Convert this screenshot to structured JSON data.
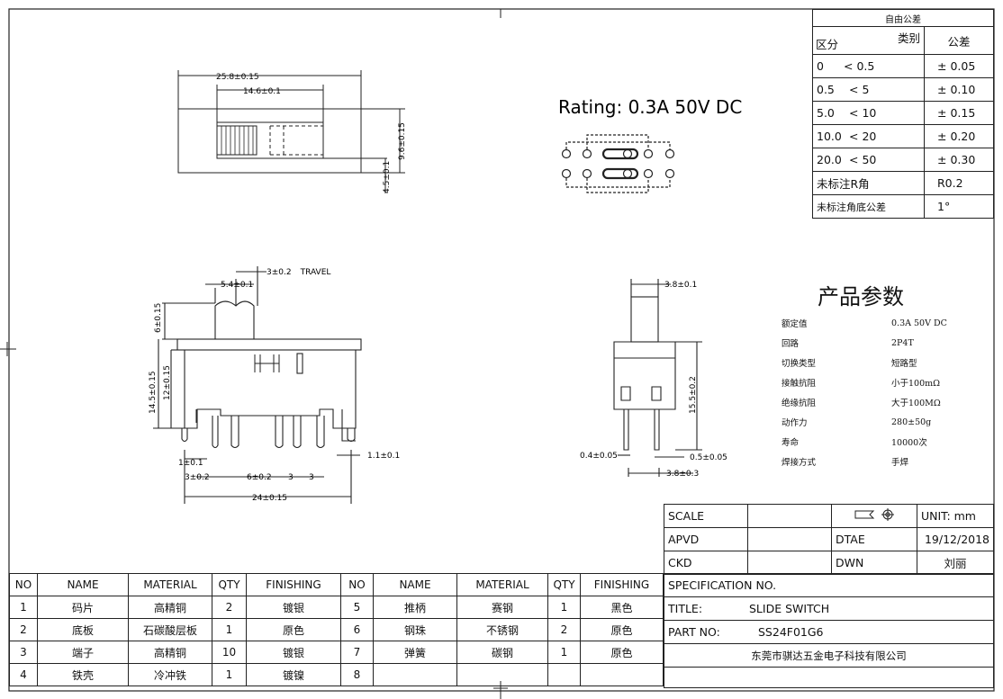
{
  "drawing": {
    "rating": "Rating: 0.3A  50V DC",
    "dims_top": [
      "25.8±0.15",
      "14.6±0.1",
      "9.6±0.15",
      "4.5±0.1"
    ],
    "dims_front": [
      "3±0.2",
      "TRAVEL",
      "5.4±0.1",
      "6±0.15",
      "14.5±0.15",
      "12±0.15",
      "1±0.1",
      "3±0.2",
      "6±0.2",
      "3",
      "3",
      "24±0.15",
      "1.1±0.1"
    ],
    "dims_side": [
      "3.8±0.1",
      "15.5±0.2",
      "0.4±0.05",
      "0.5±0.05",
      "3.8±0.3"
    ]
  },
  "tolerance_table": {
    "title": "自由公差",
    "header_class": "类别",
    "header_section": "区分",
    "header_tol": "公差",
    "rows": [
      {
        "range_from": "0",
        "range_to": "< 0.5",
        "tol": "± 0.05"
      },
      {
        "range_from": "0.5",
        "range_to": "< 5",
        "tol": "± 0.10"
      },
      {
        "range_from": "5.0",
        "range_to": "< 10",
        "tol": "± 0.15"
      },
      {
        "range_from": "10.0",
        "range_to": "< 20",
        "tol": "± 0.20"
      },
      {
        "range_from": "20.0",
        "range_to": "< 50",
        "tol": "± 0.30"
      }
    ],
    "r_angle_label": "未标注R角",
    "r_angle_value": "R0.2",
    "angle_label": "未标注角底公差",
    "angle_value": "1°"
  },
  "params": {
    "title": "产品参数",
    "rows": [
      {
        "k": "额定值",
        "v": "0.3A 50V DC"
      },
      {
        "k": "回路",
        "v": "2P4T"
      },
      {
        "k": "切换类型",
        "v": "短路型"
      },
      {
        "k": "接触抗阻",
        "v": "小于100mΩ"
      },
      {
        "k": "绝缘抗阻",
        "v": "大于100MΩ"
      },
      {
        "k": "动作力",
        "v": "280±50g"
      },
      {
        "k": "寿命",
        "v": "10000次"
      },
      {
        "k": "焊接方式",
        "v": "手焊"
      }
    ]
  },
  "title_block": {
    "scale_label": "SCALE",
    "unit": "UNIT: mm",
    "apvd_label": "APVD",
    "date_label": "DTAE",
    "date": "19/12/2018",
    "ckd_label": "CKD",
    "dwn_label": "DWN",
    "dwn_name": "刘丽",
    "spec_no": "SPECIFICATION NO.",
    "title_label": "TITLE:",
    "title": "SLIDE  SWITCH",
    "part_label": "PART NO:",
    "part_no": "SS24F01G6",
    "company": "东莞市骐达五金电子科技有限公司"
  },
  "bom": {
    "headers": [
      "NO",
      "NAME",
      "MATERIAL",
      "QTY",
      "FINISHING",
      "NO",
      "NAME",
      "MATERIAL",
      "QTY",
      "FINISHING"
    ],
    "rows": [
      [
        "1",
        "码片",
        "高精铜",
        "2",
        "镀银",
        "5",
        "推柄",
        "赛钢",
        "1",
        "黑色"
      ],
      [
        "2",
        "底板",
        "石碳酸层板",
        "1",
        "原色",
        "6",
        "钢珠",
        "不锈钢",
        "2",
        "原色"
      ],
      [
        "3",
        "端子",
        "高精铜",
        "10",
        "镀银",
        "7",
        "弹簧",
        "碳钢",
        "1",
        "原色"
      ],
      [
        "4",
        "铁壳",
        "冷冲铁",
        "1",
        "镀镍",
        "8",
        "",
        "",
        "",
        ""
      ]
    ]
  }
}
